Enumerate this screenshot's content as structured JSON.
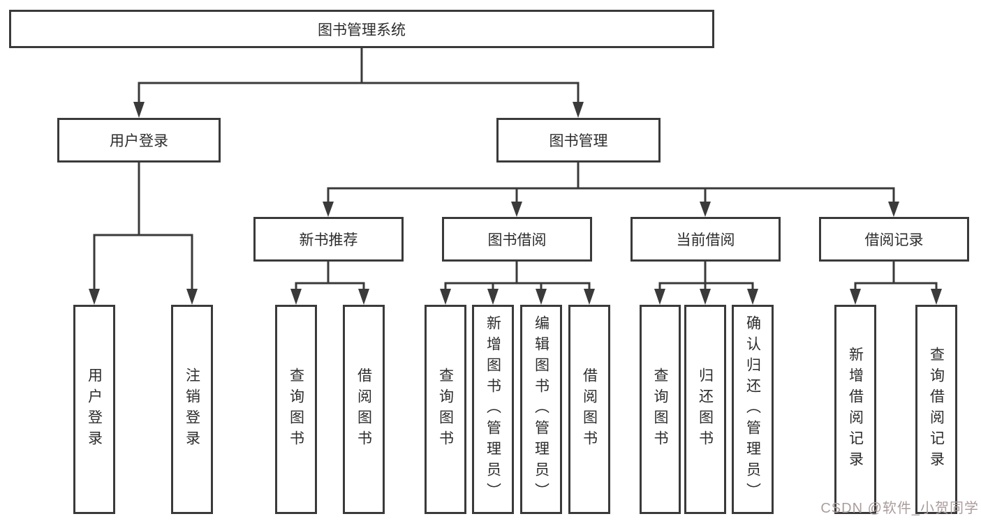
{
  "diagram_title": "图书管理系统",
  "colors": {
    "line": "#3a3a3a",
    "box_border": "#3a3a3a",
    "box_background": "#ffffff",
    "text": "#2c2c2c",
    "watermark": "#ab9c9c",
    "background": "#ffffff"
  },
  "tree": {
    "root": {
      "label": "图书管理系统"
    },
    "branches": [
      {
        "label": "用户登录",
        "children": [
          {
            "label": "用户登录"
          },
          {
            "label": "注销登录"
          }
        ]
      },
      {
        "label": "图书管理",
        "children": [
          {
            "label": "新书推荐",
            "children": [
              {
                "label": "查询图书"
              },
              {
                "label": "借阅图书"
              }
            ]
          },
          {
            "label": "图书借阅",
            "children": [
              {
                "label": "查询图书"
              },
              {
                "label": "新增图书（管理员）"
              },
              {
                "label": "编辑图书（管理员）"
              },
              {
                "label": "借阅图书"
              }
            ]
          },
          {
            "label": "当前借阅",
            "children": [
              {
                "label": "查询图书"
              },
              {
                "label": "归还图书"
              },
              {
                "label": "确认归还（管理员）"
              }
            ]
          },
          {
            "label": "借阅记录",
            "children": [
              {
                "label": "新增借阅记录"
              },
              {
                "label": "查询借阅记录"
              }
            ]
          }
        ]
      }
    ]
  },
  "watermark": {
    "text": "CSDN @软件_小贺同学"
  }
}
